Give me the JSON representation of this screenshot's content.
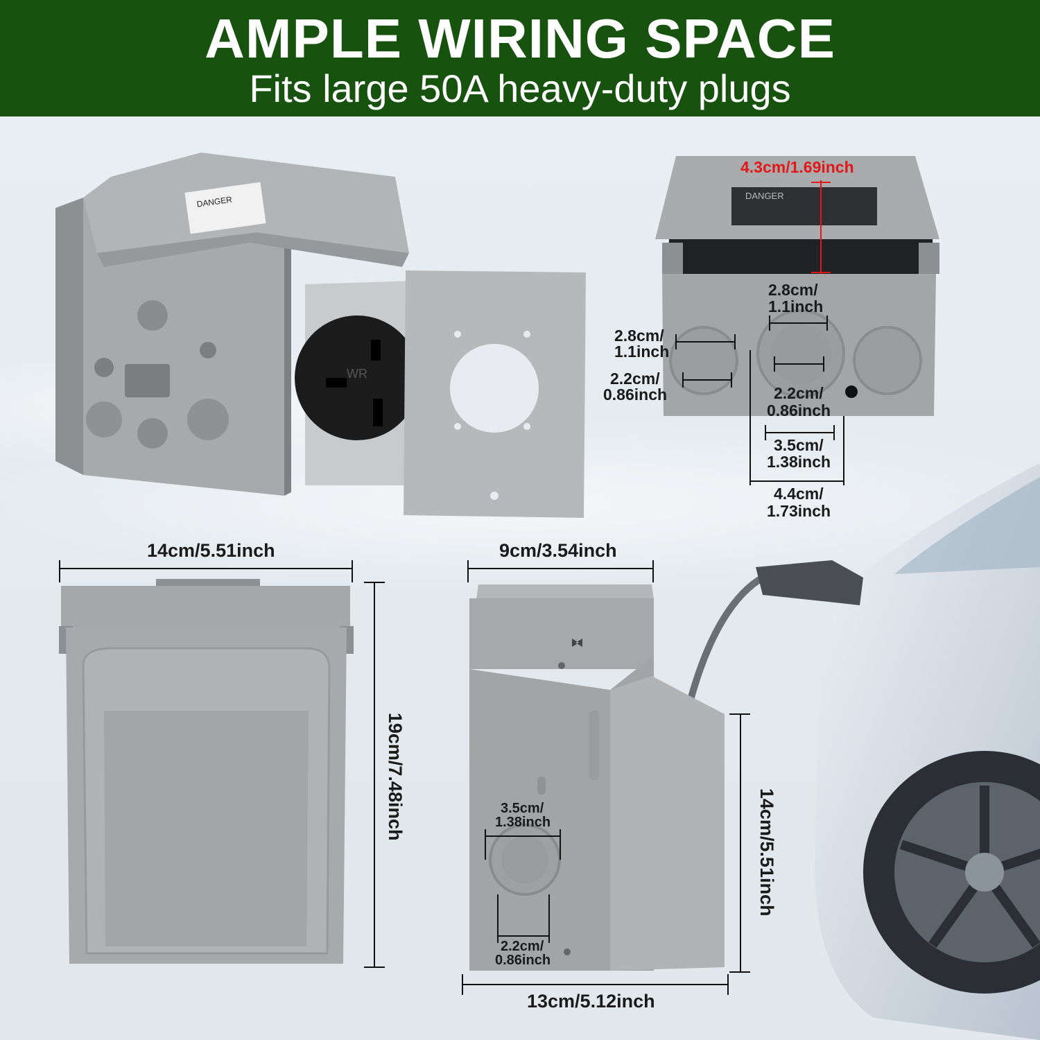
{
  "header": {
    "title": "AMPLE WIRING SPACE",
    "subtitle": "Fits large 50A heavy-duty plugs"
  },
  "product": {
    "danger_label": "DANGER",
    "danger_label_2": "DANGER",
    "receptacle_mark": "WR"
  },
  "dimensions": {
    "top_depth": "4.3cm/1.69inch",
    "top_inner_28_a": "2.8cm/",
    "top_inner_11_a": "1.1inch",
    "left_28": "2.8cm/",
    "left_11": "1.1inch",
    "left_22": "2.2cm/",
    "left_086": "0.86inch",
    "center_22": "2.2cm/",
    "center_086": "0.86inch",
    "center_35": "3.5cm/",
    "center_138": "1.38inch",
    "center_44": "4.4cm/",
    "center_173": "1.73inch",
    "front_width": "14cm/5.51inch",
    "front_height": "19cm/7.48inch",
    "side_width": "9cm/3.54inch",
    "side_height": "14cm/5.51inch",
    "side_bottom": "13cm/5.12inch",
    "side_35": "3.5cm/",
    "side_138": "1.38inch",
    "side_22": "2.2cm/",
    "side_086": "0.86inch"
  },
  "colors": {
    "banner": "#18520f",
    "box_gray": "#a7a9ab",
    "dimension_red": "#e01818"
  }
}
